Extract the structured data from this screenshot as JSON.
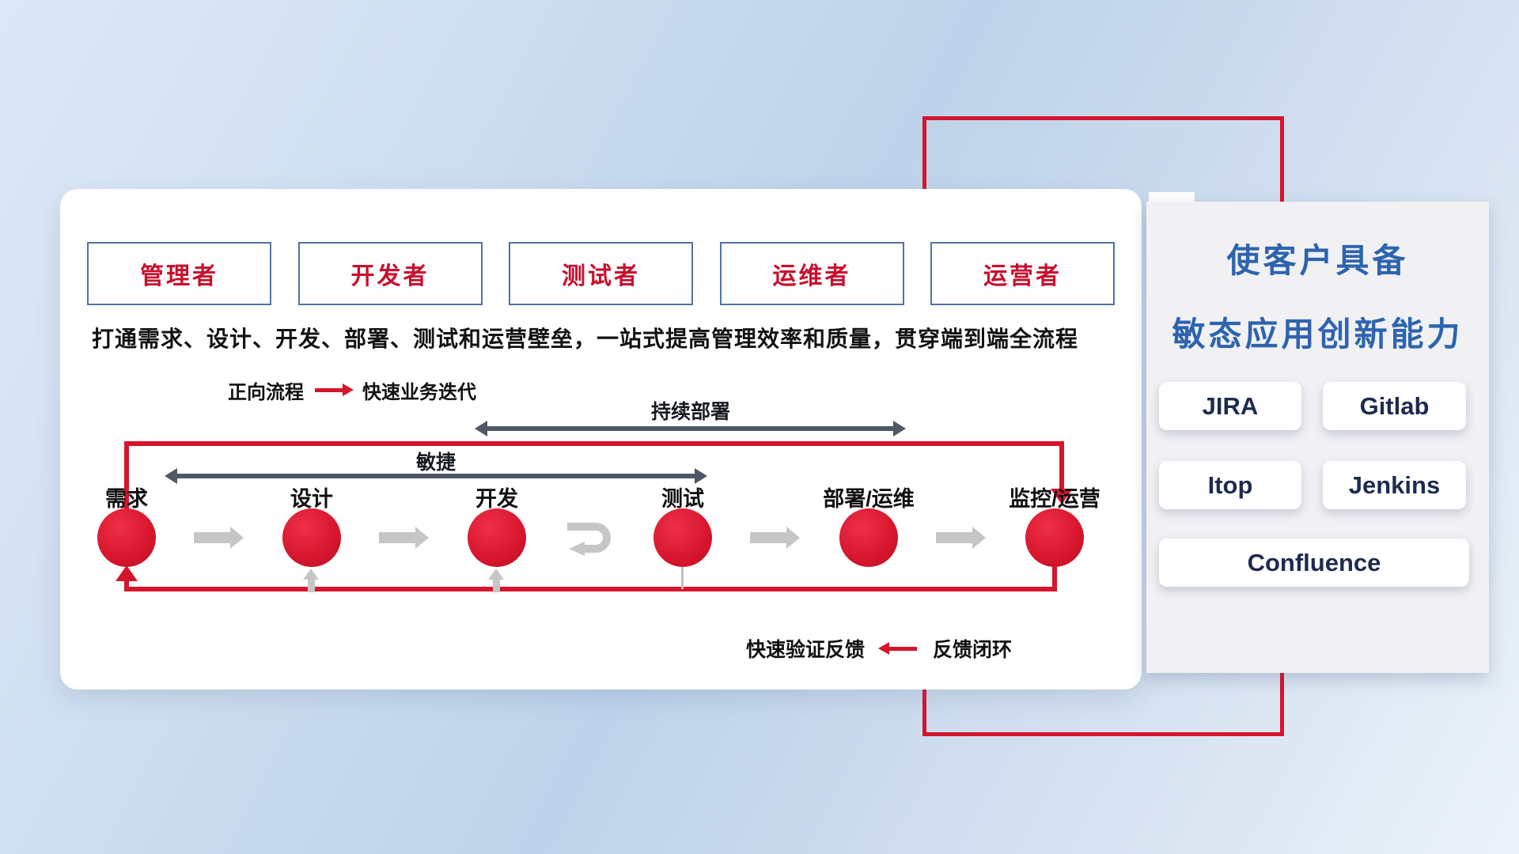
{
  "roles": [
    "管理者",
    "开发者",
    "测试者",
    "运维者",
    "运营者"
  ],
  "main": {
    "description": "打通需求、设计、开发、部署、测试和运营壁垒，一站式提高管理效率和质量，贯穿端到端全流程",
    "legend_forward": {
      "label": "正向流程",
      "value": "快速业务迭代"
    },
    "legend_feedback": {
      "label": "快速验证反馈",
      "value": "反馈闭环"
    },
    "arrow_continuous_deploy": "持续部署",
    "arrow_agile": "敏捷",
    "stages": [
      "需求",
      "设计",
      "开发",
      "测试",
      "部署/运维",
      "监控/运营"
    ]
  },
  "side": {
    "title_line1": "使客户具备",
    "title_line2": "敏态应用创新能力",
    "tools": [
      "JIRA",
      "Gitlab",
      "Itop",
      "Jenkins",
      "Confluence"
    ]
  },
  "colors": {
    "accent": "#d6152c",
    "role_red": "#c8102e",
    "role_border": "#5272a3",
    "dark_arrow": "#4e5866",
    "gray_arrow": "#c6c6c6",
    "title_blue": "#2e64ae",
    "tool_navy": "#1d2b4f",
    "panel_gray": "#f1f1f4"
  }
}
